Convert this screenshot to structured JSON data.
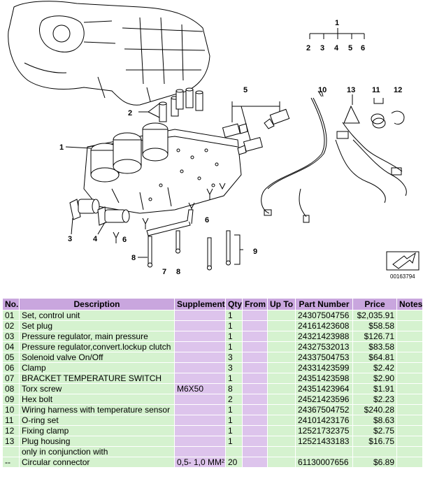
{
  "diagram": {
    "callouts": [
      "1",
      "2",
      "3",
      "4",
      "5",
      "6",
      "7",
      "8",
      "9",
      "10",
      "11",
      "12",
      "13"
    ],
    "legend_top": "1",
    "legend_items": [
      "2",
      "3",
      "4",
      "5",
      "6"
    ],
    "image_ref": "00163794"
  },
  "table": {
    "headers": [
      "No.",
      "Description",
      "Supplement",
      "Qty",
      "From",
      "Up To",
      "Part Number",
      "Price",
      "Notes"
    ],
    "rows": [
      {
        "no": "01",
        "desc": "Set, control unit",
        "supp": "",
        "qty": "1",
        "from": "",
        "upto": "",
        "pn": "24307504756",
        "price": "$2,035.91",
        "notes": ""
      },
      {
        "no": "02",
        "desc": "Set plug",
        "supp": "",
        "qty": "1",
        "from": "",
        "upto": "",
        "pn": "24161423608",
        "price": "$58.58",
        "notes": ""
      },
      {
        "no": "03",
        "desc": "Pressure regulator, main pressure",
        "supp": "",
        "qty": "1",
        "from": "",
        "upto": "",
        "pn": "24321423988",
        "price": "$126.71",
        "notes": ""
      },
      {
        "no": "04",
        "desc": "Pressure regulator,convert.lockup clutch",
        "supp": "",
        "qty": "1",
        "from": "",
        "upto": "",
        "pn": "24327532013",
        "price": "$83.58",
        "notes": ""
      },
      {
        "no": "05",
        "desc": "Solenoid valve On/Off",
        "supp": "",
        "qty": "3",
        "from": "",
        "upto": "",
        "pn": "24337504753",
        "price": "$64.81",
        "notes": ""
      },
      {
        "no": "06",
        "desc": "Clamp",
        "supp": "",
        "qty": "3",
        "from": "",
        "upto": "",
        "pn": "24331423599",
        "price": "$2.42",
        "notes": ""
      },
      {
        "no": "07",
        "desc": "BRACKET TEMPERATURE SWITCH",
        "supp": "",
        "qty": "1",
        "from": "",
        "upto": "",
        "pn": "24351423598",
        "price": "$2.90",
        "notes": ""
      },
      {
        "no": "08",
        "desc": "Torx screw",
        "supp": "M6X50",
        "qty": "8",
        "from": "",
        "upto": "",
        "pn": "24351423964",
        "price": "$1.91",
        "notes": ""
      },
      {
        "no": "09",
        "desc": "Hex bolt",
        "supp": "",
        "qty": "2",
        "from": "",
        "upto": "",
        "pn": "24521423596",
        "price": "$2.23",
        "notes": ""
      },
      {
        "no": "10",
        "desc": "Wiring harness with temperature sensor",
        "supp": "",
        "qty": "1",
        "from": "",
        "upto": "",
        "pn": "24367504752",
        "price": "$240.28",
        "notes": ""
      },
      {
        "no": "11",
        "desc": "O-ring set",
        "supp": "",
        "qty": "1",
        "from": "",
        "upto": "",
        "pn": "24101423176",
        "price": "$8.63",
        "notes": ""
      },
      {
        "no": "12",
        "desc": "Fixing clamp",
        "supp": "",
        "qty": "1",
        "from": "",
        "upto": "",
        "pn": "12521732375",
        "price": "$2.75",
        "notes": ""
      },
      {
        "no": "13",
        "desc": "Plug housing",
        "supp": "",
        "qty": "1",
        "from": "",
        "upto": "",
        "pn": "12521433183",
        "price": "$16.75",
        "notes": ""
      },
      {
        "no": "",
        "desc": "only in conjunction with",
        "supp": "",
        "qty": "",
        "from": "",
        "upto": "",
        "pn": "",
        "price": "",
        "notes": ""
      },
      {
        "no": "--",
        "desc": "Circular connector",
        "supp": "0,5- 1,0 MM²",
        "qty": "20",
        "from": "",
        "upto": "",
        "pn": "61130007656",
        "price": "$6.89",
        "notes": ""
      }
    ]
  },
  "colors": {
    "header_bg": "#c9a6de",
    "row_green": "#d5f2cf",
    "row_purple": "#ddc4ec"
  }
}
